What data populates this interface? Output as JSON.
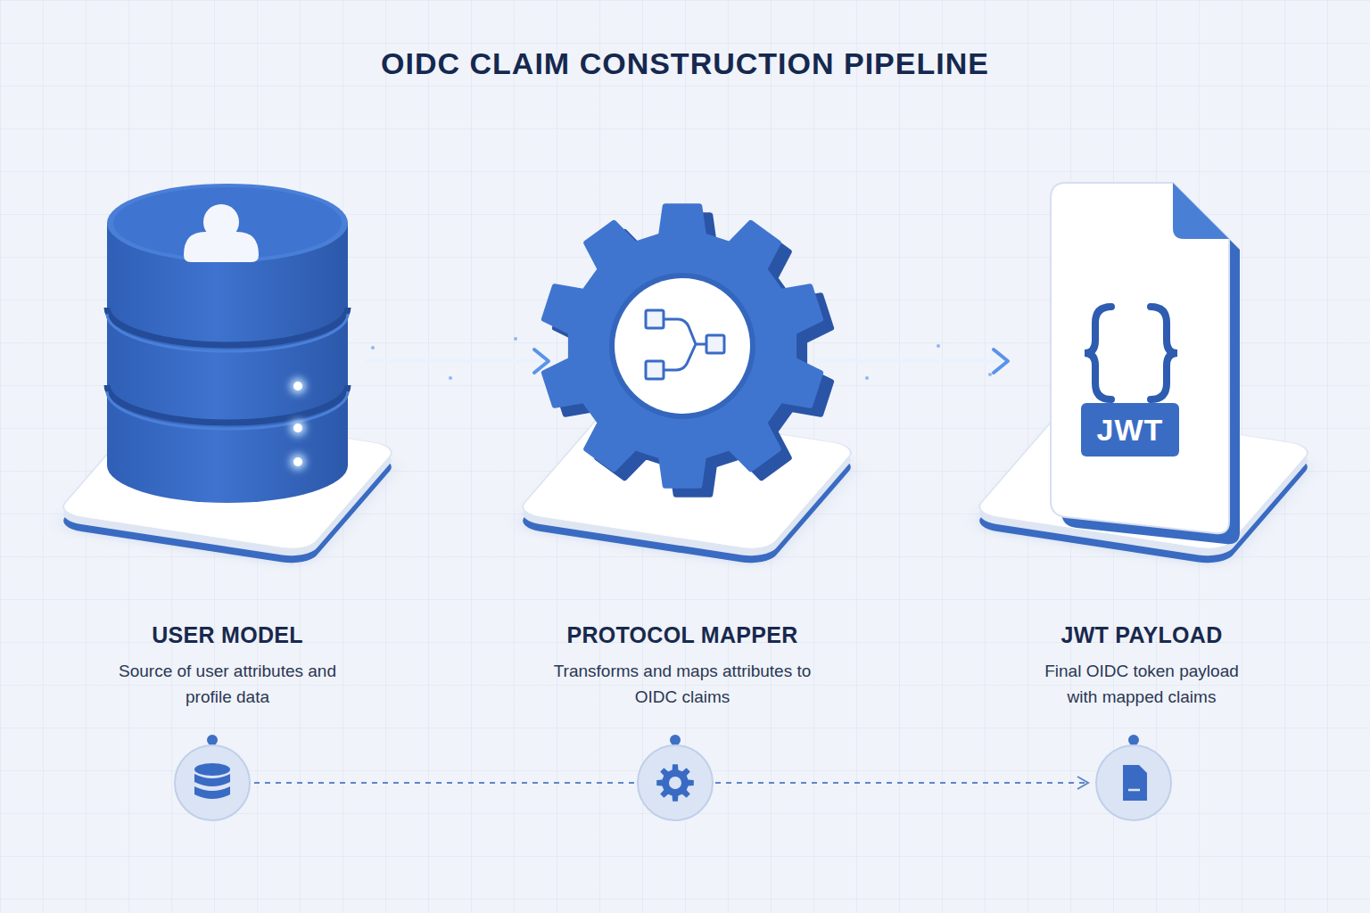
{
  "diagram": {
    "title": "OIDC CLAIM CONSTRUCTION PIPELINE",
    "nodes": [
      {
        "text": [
          "USER MODEL",
          "Source of user attributes and profile data"
        ]
      },
      {
        "text": [
          "PROTOCOL MAPPER",
          "Transforms and maps attributes to OIDC claims"
        ]
      },
      {
        "text": [
          "JWT PAYLOAD",
          "Final OIDC token payload with mapped claims"
        ]
      }
    ],
    "edges": [
      {
        "from": 0,
        "to": 1,
        "arrow": "to"
      },
      {
        "from": 1,
        "to": 2,
        "arrow": "to"
      }
    ],
    "labels": [
      "JWT"
    ]
  }
}
